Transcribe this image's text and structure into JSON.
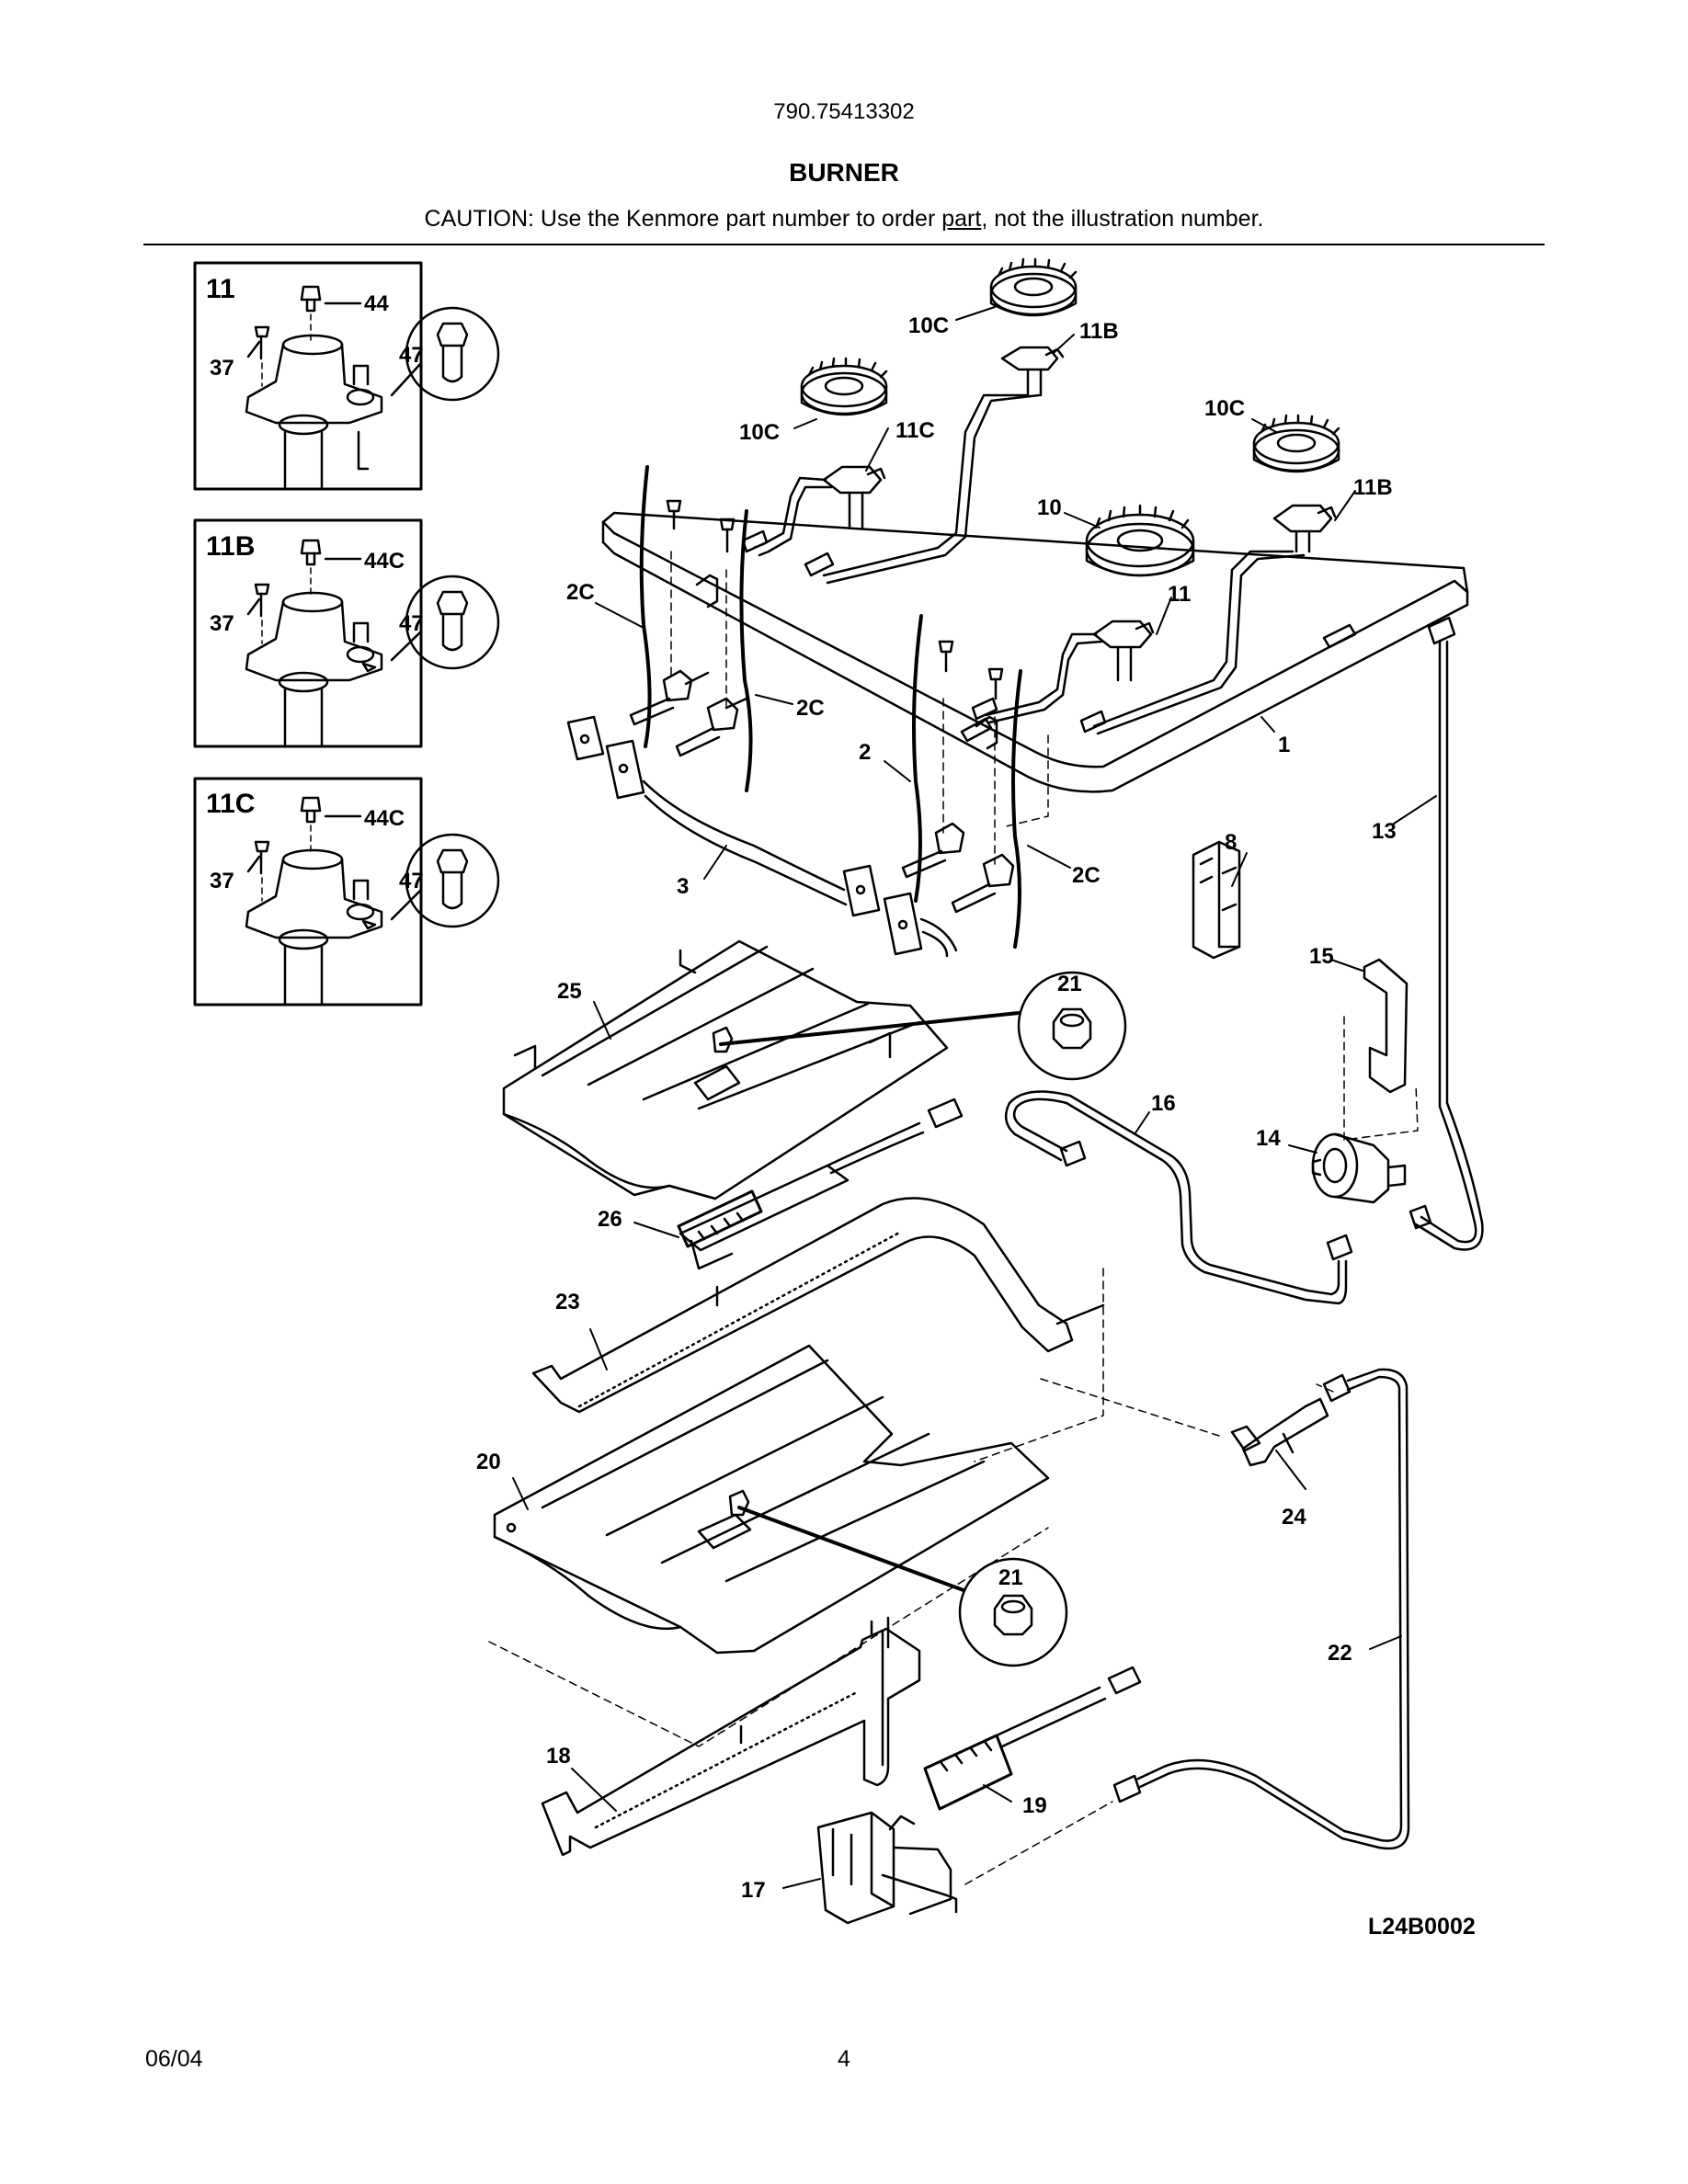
{
  "header": {
    "model_number": "790.75413302",
    "section_title": "BURNER",
    "caution_prefix": "CAUTION: Use the Kenmore part number to order ",
    "caution_link": "part",
    "caution_suffix": ", not the illustration number."
  },
  "inset_boxes": [
    {
      "id": "11",
      "labels": [
        "44",
        "37",
        "47"
      ]
    },
    {
      "id": "11B",
      "labels": [
        "44C",
        "37",
        "47"
      ]
    },
    {
      "id": "11C",
      "labels": [
        "44C",
        "37",
        "47"
      ]
    }
  ],
  "callouts": {
    "c1": "1",
    "c2": "2",
    "c2c_a": "2C",
    "c2c_b": "2C",
    "c2c_c": "2C",
    "c3": "3",
    "c8": "8",
    "c10": "10",
    "c10c_a": "10C",
    "c10c_b": "10C",
    "c10c_c": "10C",
    "c11": "11",
    "c11b_a": "11B",
    "c11b_b": "11B",
    "c11c": "11C",
    "c13": "13",
    "c14": "14",
    "c15": "15",
    "c16": "16",
    "c17": "17",
    "c18": "18",
    "c19": "19",
    "c20": "20",
    "c21_a": "21",
    "c21_b": "21",
    "c22": "22",
    "c23": "23",
    "c24": "24",
    "c25": "25",
    "c26": "26"
  },
  "diagram_ref": "L24B0002",
  "footer": {
    "date": "06/04",
    "page_number": "4"
  }
}
